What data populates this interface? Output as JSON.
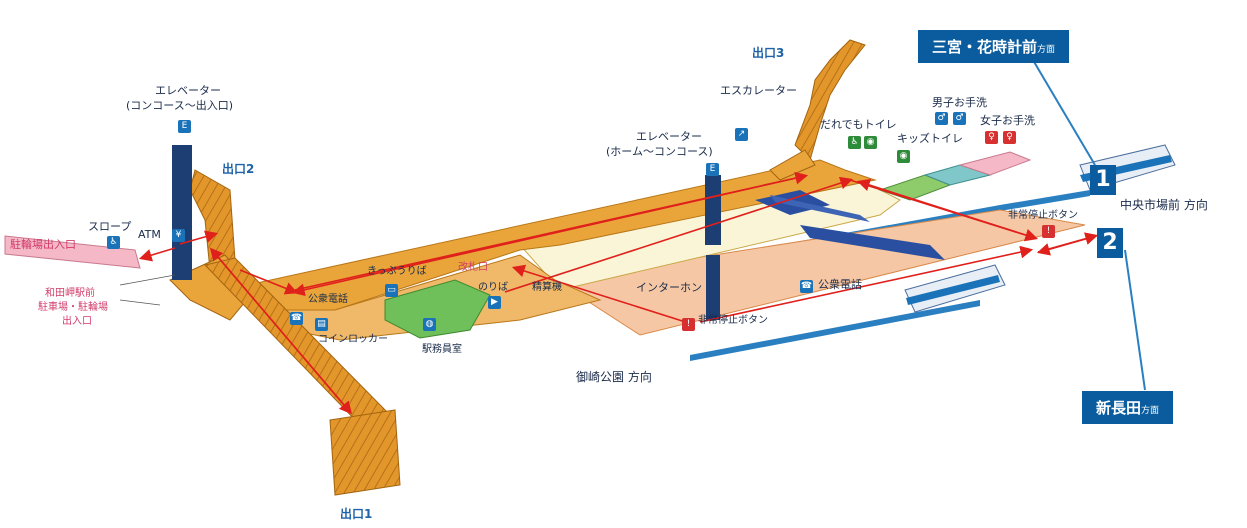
{
  "labels": {
    "elevator_top": "エレベーター",
    "elevator_top_sub": "(コンコース〜出入口)",
    "exit2": "出口2",
    "exit3": "出口3",
    "exit1": "出口1",
    "slope": "スロープ",
    "atm": "ATM",
    "bike_entrance": "駐輪場出入口",
    "wadamisaki_lines": [
      "和田岬駅前",
      "駐車場・駐輪場",
      "出入口"
    ],
    "ticket": "きっぷうりば",
    "payphone_left": "公衆電話",
    "coin_locker": "コインロッカー",
    "station_office": "駅務員室",
    "entrance_mark": "改札口",
    "noriba": "のりば",
    "seisan": "精算機",
    "escalator": "エスカレーター",
    "elevator_mid": "エレベーター",
    "elevator_mid_sub": "(ホーム〜コンコース)",
    "dare_toilet": "だれでもトイレ",
    "kids_toilet": "キッズトイレ",
    "mens_toilet": "男子お手洗",
    "womens_toilet": "女子お手洗",
    "intercom": "インターホン",
    "payphone_right": "公衆電話",
    "emergency_left": "非常停止ボタン",
    "emergency_right": "非常停止ボタン"
  },
  "directions": {
    "sannomiya": "三宮・花時計前",
    "sannomiya_suffix": "方面",
    "shinnagata": "新長田",
    "shinnagata_suffix": "方面",
    "chuoichiba": "中央市場前 方向",
    "misaki": "御崎公園 方向",
    "platform1": "1",
    "platform2": "2"
  },
  "colors": {
    "concourse_orange": "#e9a53a",
    "stairs_orange": "#d88a1f",
    "floor_cream": "#fbf5d8",
    "platform_peach": "#f6c7a4",
    "pillar_navy": "#1c3e72",
    "track_blue": "#2a7fc1",
    "route_red": "#e0201b",
    "pink_zone": "#f5b8c6",
    "green_zone": "#6fbf5a"
  }
}
